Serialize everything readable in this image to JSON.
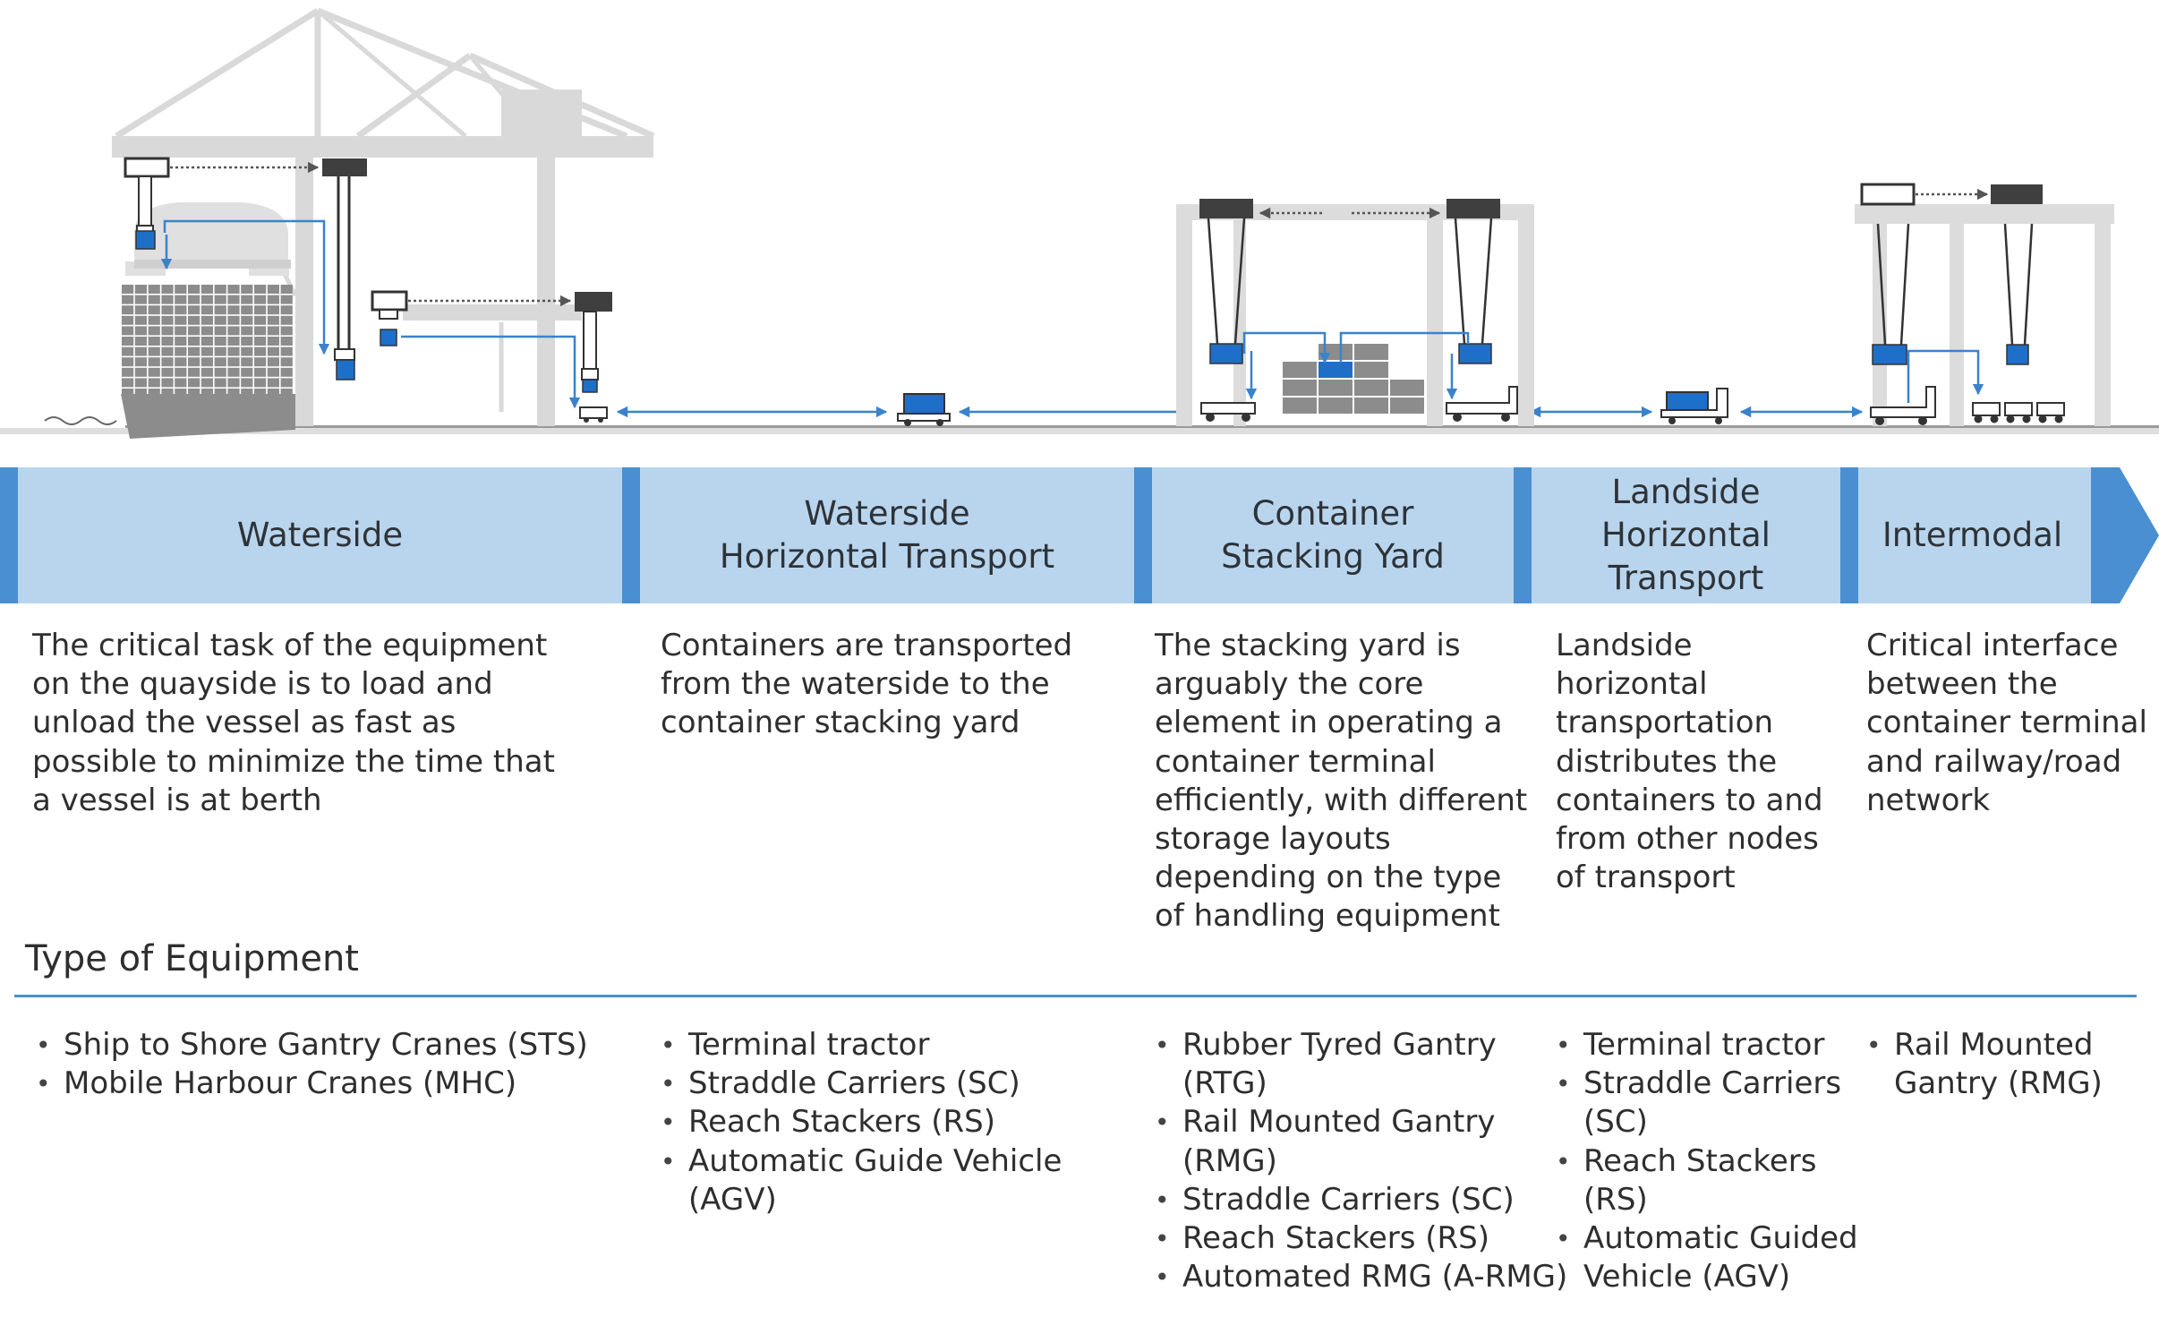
{
  "colors": {
    "accent_blue": "#3b82cc",
    "band_light": "#b9d5ee",
    "band_divider": "#4a8fd2",
    "crane_gray": "#d9d9d9",
    "container_gray": "#8c8c8c",
    "dark_trolley": "#3f3f3f"
  },
  "stages": [
    {
      "label": "Waterside"
    },
    {
      "label": "Waterside\nHorizontal Transport"
    },
    {
      "label": "Container\nStacking Yard"
    },
    {
      "label": "Landside\nHorizontal\nTransport"
    },
    {
      "label": "Intermodal"
    }
  ],
  "descriptions": [
    "The critical task of the equipment\non the quayside is to load and\nunload the vessel as fast as\npossible to minimize the time that\na vessel is at berth",
    "Containers are transported\nfrom the waterside to the\ncontainer stacking yard",
    "The stacking yard is\narguably the core\nelement in operating a\ncontainer terminal\nefficiently, with different\nstorage layouts\ndepending on the type\nof handling equipment",
    "Landside\nhorizontal\ntransportation\ndistributes the\ncontainers to and\nfrom other nodes\nof transport",
    "Critical interface\nbetween the\ncontainer terminal\nand railway/road\nnetwork"
  ],
  "equipment_heading": "Type of Equipment",
  "equipment": [
    [
      "Ship to Shore Gantry Cranes (STS)",
      "Mobile Harbour Cranes (MHC)"
    ],
    [
      "Terminal tractor",
      "Straddle Carriers (SC)",
      "Reach Stackers (RS)",
      "Automatic Guide Vehicle\n(AGV)"
    ],
    [
      "Rubber Tyred Gantry\n(RTG)",
      "Rail Mounted Gantry\n(RMG)",
      "Straddle Carriers (SC)",
      "Reach Stackers (RS)",
      "Automated RMG (A-RMG)"
    ],
    [
      "Terminal tractor",
      "Straddle Carriers\n(SC)",
      "Reach Stackers\n(RS)",
      "Automatic Guided\nVehicle (AGV)"
    ],
    [
      "Rail Mounted\nGantry (RMG)"
    ]
  ]
}
